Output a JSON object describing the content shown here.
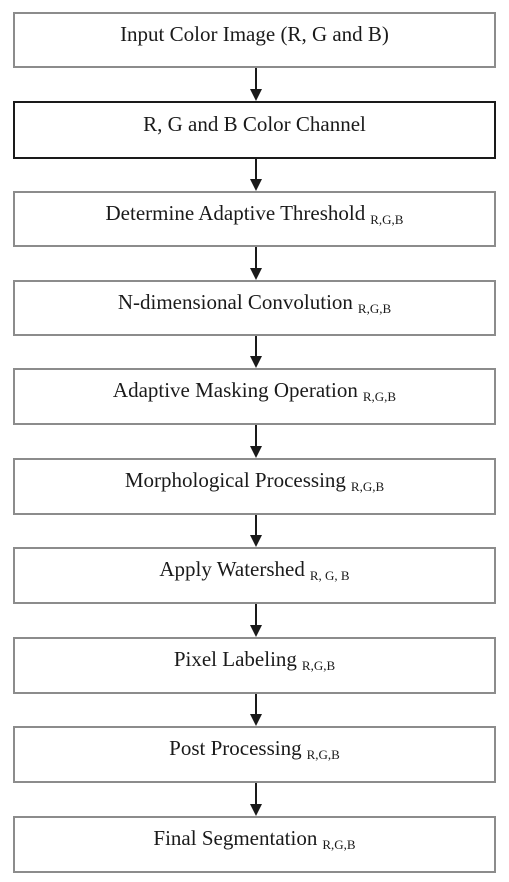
{
  "steps": [
    {
      "label": "Input Color Image (R, G and B)",
      "sub": ""
    },
    {
      "label": "R, G and B Color Channel",
      "sub": ""
    },
    {
      "label": "Determine Adaptive Threshold",
      "sub": "R,G,B"
    },
    {
      "label": "N-dimensional Convolution",
      "sub": "R,G,B"
    },
    {
      "label": "Adaptive Masking Operation",
      "sub": "R,G,B"
    },
    {
      "label": "Morphological Processing",
      "sub": "R,G,B"
    },
    {
      "label": "Apply Watershed",
      "sub": "R, G, B"
    },
    {
      "label": "Pixel Labeling",
      "sub": "R,G,B"
    },
    {
      "label": "Post Processing",
      "sub": "R,G,B"
    },
    {
      "label": "Final Segmentation",
      "sub": "R,G,B"
    }
  ],
  "colors": {
    "border": "#8c8c8c",
    "emphasis_border": "#1a1a1a",
    "text": "#1a1a1a",
    "arrow": "#1a1a1a"
  }
}
